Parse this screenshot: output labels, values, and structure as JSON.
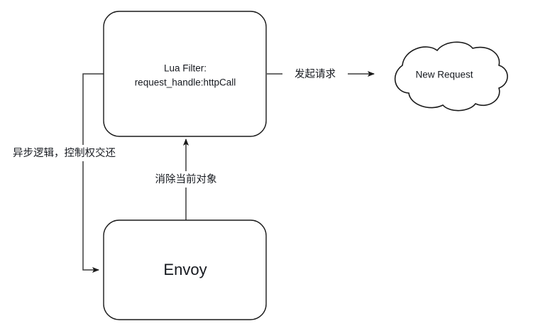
{
  "diagram": {
    "title": "Envoy Lua Filter httpCall async flow",
    "background_color": "#ffffff",
    "stroke_color": "#1a1a1a",
    "connector_color": "#3d3d3d",
    "text_color": "#16191f",
    "nodes": [
      {
        "id": "lua-filter",
        "shape": "rounded-rectangle",
        "label_line1": "Lua Filter:",
        "label_line2": "request_handle:httpCall"
      },
      {
        "id": "envoy",
        "shape": "rounded-rectangle",
        "label": "Envoy"
      },
      {
        "id": "new-request",
        "shape": "cloud",
        "label": "New Request"
      }
    ],
    "edges": [
      {
        "id": "lua-to-request",
        "from": "lua-filter",
        "to": "new-request",
        "label": "发起请求",
        "arrow": "to"
      },
      {
        "id": "lua-to-envoy",
        "from": "lua-filter",
        "to": "envoy",
        "label": "异步逻辑，控制权交还",
        "arrow": "to"
      },
      {
        "id": "envoy-to-lua",
        "from": "envoy",
        "to": "lua-filter",
        "label": "消除当前对象",
        "arrow": "to"
      }
    ]
  }
}
